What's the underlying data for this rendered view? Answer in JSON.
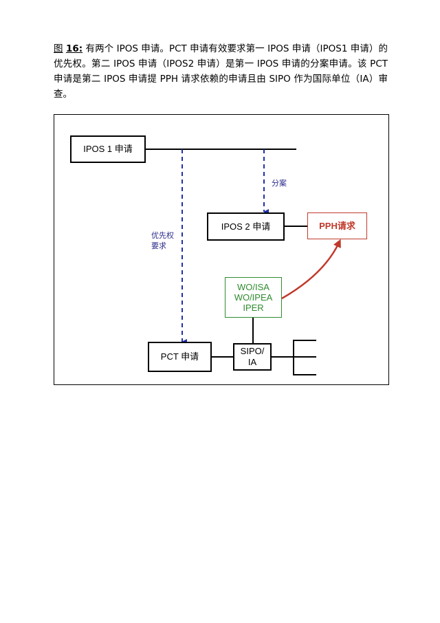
{
  "caption": {
    "fig_label": "图",
    "fig_number": "16:",
    "text": " 有两个 IPOS 申请。PCT 申请有效要求第一 IPOS 申请（IPOS1 申请）的优先权。第二 IPOS 申请（IPOS2 申请）是第一 IPOS 申请的分案申请。该 PCT 申请是第二 IPOS 申请提 PPH 请求依赖的申请且由 SIPO 作为国际单位（IA）审查。"
  },
  "diagram": {
    "ipos1": "IPOS 1 申请",
    "ipos2": "IPOS 2 申请",
    "pct": "PCT 申请",
    "sipo_line1": "SIPO/",
    "sipo_line2": "IA",
    "pph": "PPH请求",
    "wo_line1": "WO/ISA",
    "wo_line2": "WO/IPEA",
    "wo_line3": "IPER",
    "label_divisional": "分案",
    "label_priority_line1": "优先权",
    "label_priority_line2": "要求",
    "colors": {
      "dashed_arrow": "#1f2fa8",
      "red_arrow": "#c0392b",
      "green_box": "#2e8b2e",
      "label_text": "#2b2b8c"
    }
  }
}
